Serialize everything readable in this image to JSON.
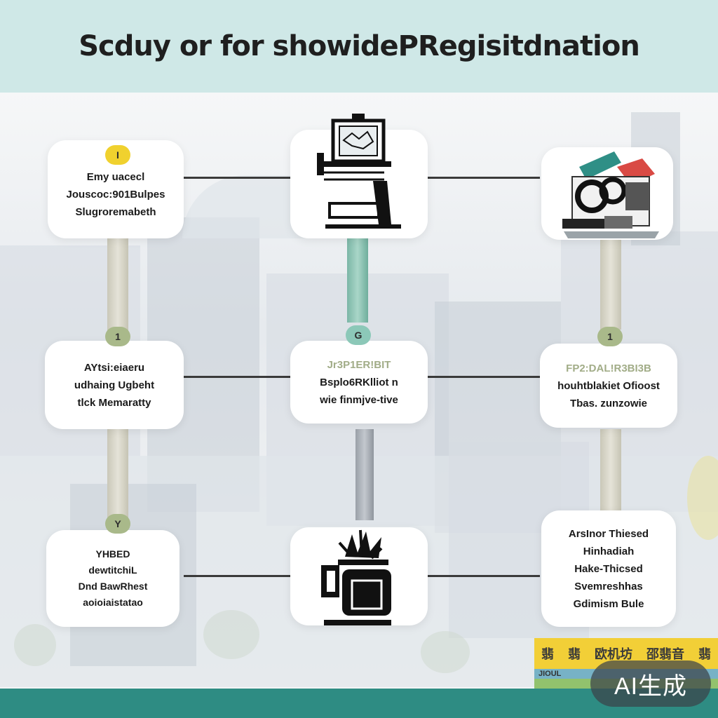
{
  "header": {
    "title": "Scduy or for showidePRegisitdnation"
  },
  "steps": [
    {
      "badge": "I",
      "lines": [
        "Emy uacecl",
        "Jouscoc:901Bulpes",
        "Slugroremabeth"
      ]
    },
    {
      "badge": "",
      "icon": "monitor-desk-icon",
      "lines": []
    },
    {
      "badge": "",
      "icon": "building-machinery-icon",
      "lines": []
    },
    {
      "badge": "1",
      "lines": [
        "AYtsi:eiaeru",
        "udhaing Ugbeht",
        "tlck Memaratty"
      ]
    },
    {
      "badge": "G",
      "lines": [
        "Jr3P1ER!BIT",
        "Bsplo6RKlliot n",
        "wie finmjve-tive"
      ]
    },
    {
      "badge": "1",
      "lines": [
        "FP2:DAL!R3BI3B",
        "houhtblakiet Ofioost",
        "Tbas. zunzowie"
      ]
    },
    {
      "badge": "Y",
      "lines": [
        "YHBED",
        "dewtitchiL",
        "Dnd BawRhest",
        "aoioiaistatao"
      ]
    },
    {
      "badge": "",
      "icon": "plant-cart-icon",
      "lines": []
    },
    {
      "badge": "",
      "lines": [
        "ArsInor Thiesed",
        "Hinhadiah",
        "Hake-Thicsed",
        "Svemreshhas",
        "Gdimism Bule"
      ]
    }
  ],
  "footer": {
    "stripe_text": [
      "翡",
      "翡",
      "欧机坊",
      "邵翡音",
      "翡"
    ],
    "stripe_small": "JIOUL",
    "watermark": "AI生成"
  },
  "colors": {
    "header_bg": "#cfe8e7",
    "footer_bar": "#2e8c83",
    "badge_yellow": "#f0d12e",
    "badge_olive": "#a9b98a",
    "badge_teal": "#8cc8b8"
  }
}
